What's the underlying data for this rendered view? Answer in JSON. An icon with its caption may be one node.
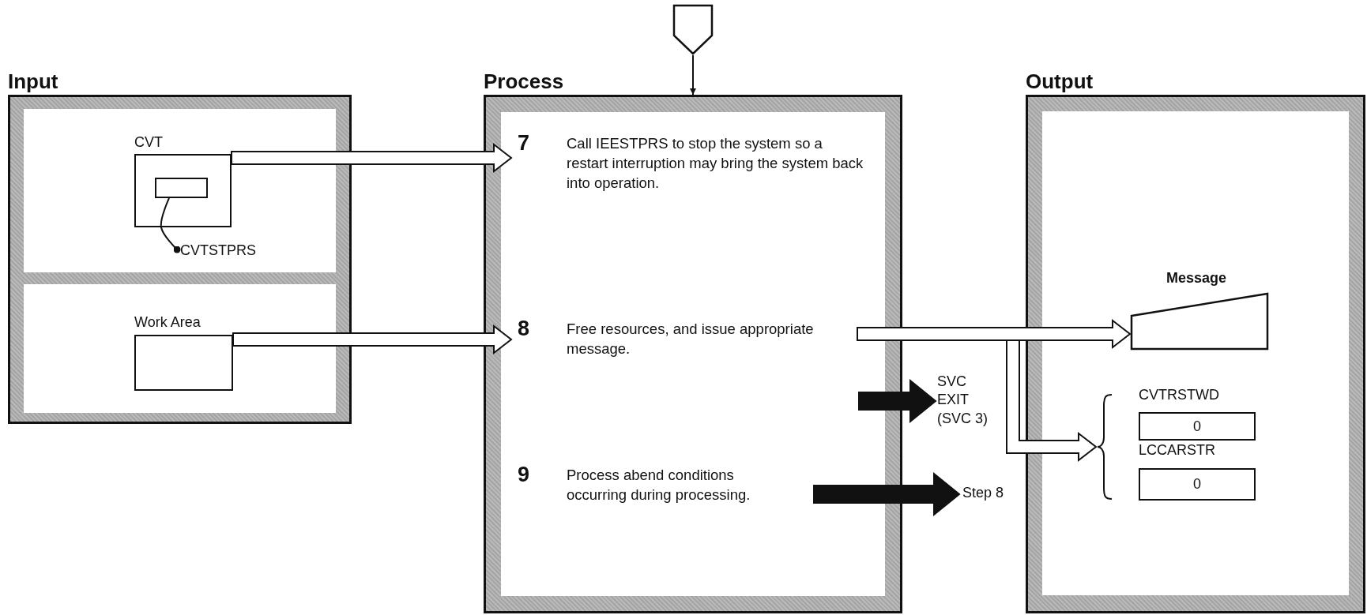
{
  "diagram": {
    "nodes": [
      {
        "text": [
          "Input"
        ]
      },
      {
        "text": [
          "CVT"
        ],
        "in": 0
      },
      {
        "text": [],
        "shape": "box",
        "in": 1
      },
      {
        "text": [
          "CVTSTPRS"
        ],
        "in": 0
      },
      {
        "text": [
          "Work Area"
        ],
        "in": 0
      },
      {
        "text": [],
        "shape": "pentagon"
      },
      {
        "text": [
          "Process"
        ]
      },
      {
        "text": [
          "7",
          "Call IEESTPRS to stop the system so a restart interruption may bring the system back into operation."
        ],
        "in": 6
      },
      {
        "text": [
          "8",
          "Free resources, and issue appropriate message."
        ],
        "in": 6
      },
      {
        "text": [
          "9",
          "Process abend conditions occurring during processing."
        ],
        "in": 6
      },
      {
        "text": [
          "SVC EXIT (SVC 3)"
        ]
      },
      {
        "text": [
          "Step 8"
        ]
      },
      {
        "text": [
          "Output"
        ]
      },
      {
        "text": [
          "Message"
        ],
        "in": 12
      },
      {
        "text": [],
        "shape": "brace",
        "in": 12
      },
      {
        "text": [
          "CVTRSTWD",
          "0"
        ],
        "in": 12
      },
      {
        "text": [
          "LCCARSTR",
          "0"
        ],
        "in": 12
      }
    ],
    "edges": [
      {
        "from": 5,
        "to": 6,
        "arrow": "to"
      },
      {
        "from": 1,
        "to": 7,
        "arrow": "to"
      },
      {
        "from": 4,
        "to": 8,
        "arrow": "to"
      },
      {
        "from": 8,
        "to": 13,
        "arrow": "to"
      },
      {
        "from": 8,
        "to": 14,
        "arrow": "to"
      },
      {
        "from": 3,
        "to": 2,
        "arrow": "other"
      },
      {
        "from": null,
        "to": 10,
        "arrow": "to",
        "style": "thick"
      },
      {
        "from": 9,
        "to": 11,
        "arrow": "to",
        "style": "thick"
      }
    ]
  }
}
